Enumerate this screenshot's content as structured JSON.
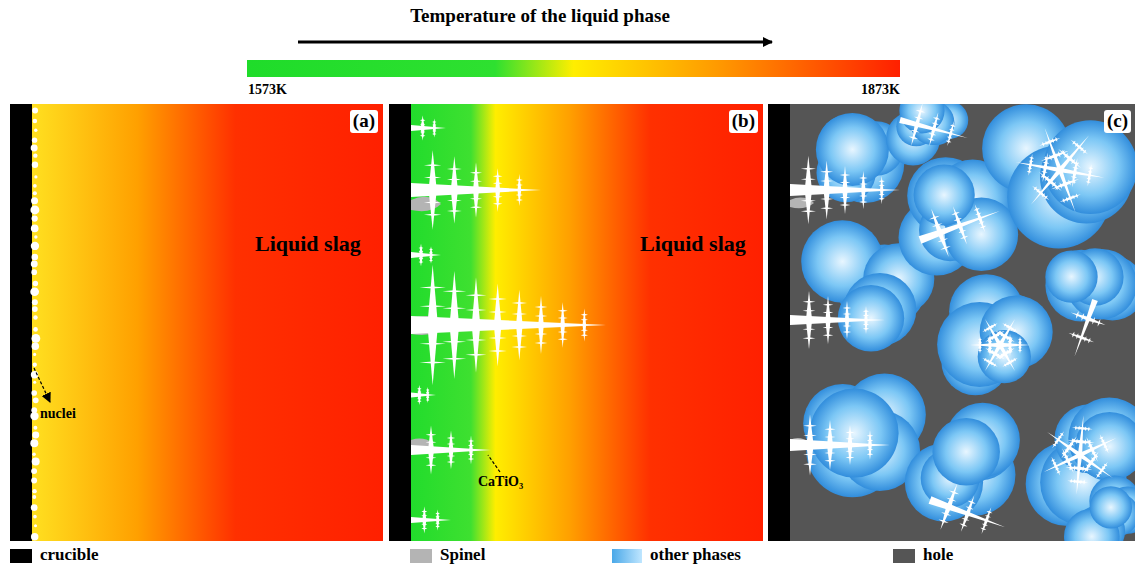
{
  "diagram": {
    "title": "Temperature of the liquid phase",
    "labels": [
      "1573K",
      "1873K",
      "(a)",
      "Liquid slag",
      "nuclei",
      "(b)",
      "Liquid slag",
      "CaTiO₃",
      "(c)"
    ],
    "legend": [
      {
        "text": "crucible",
        "color": "#000000"
      },
      {
        "text": "Spinel",
        "color": "#b4b4b4"
      },
      {
        "text": "other phases",
        "color": "#4aa8e8"
      },
      {
        "text": "hole",
        "color": "#555555"
      }
    ]
  }
}
